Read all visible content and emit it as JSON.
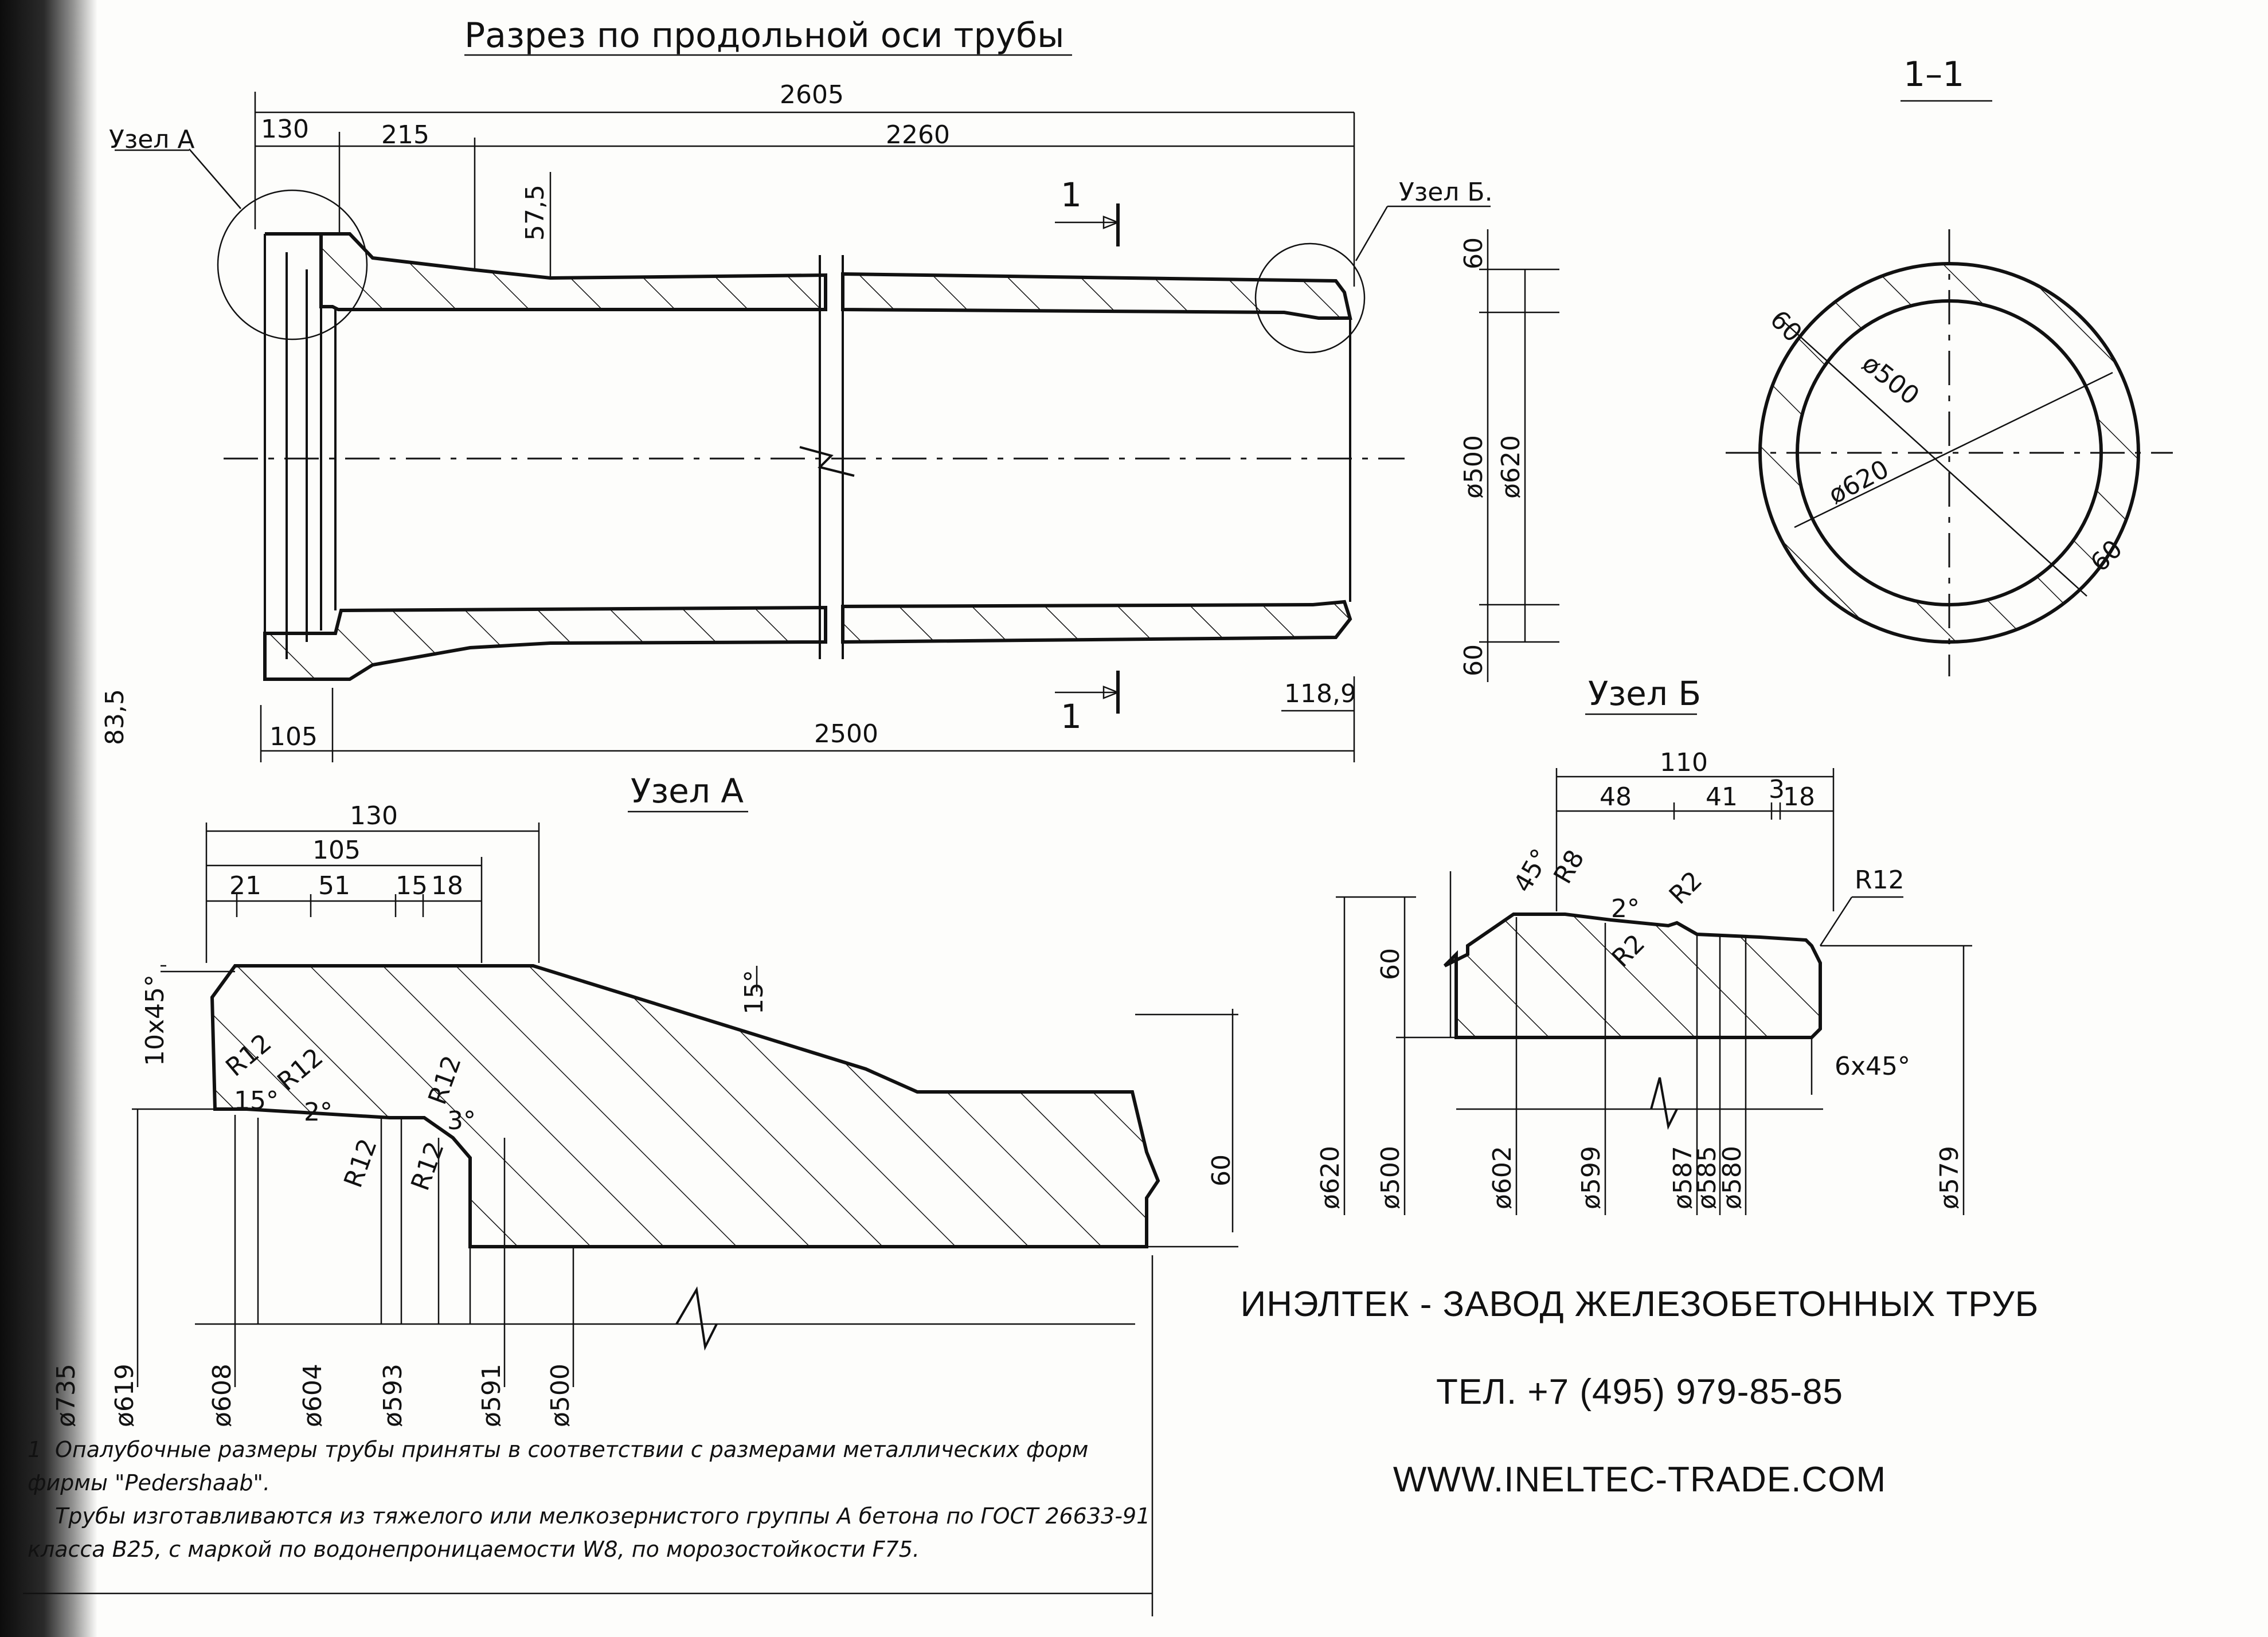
{
  "titles": {
    "section": "Разрез по продольной оси трубы",
    "cut": "1–1",
    "node_a_callout": "Узел А",
    "node_b_callout": "Узел Б.",
    "node_a": "Узел А",
    "node_b": "Узел Б"
  },
  "section_view": {
    "top_dims": [
      "2605",
      "130",
      "215",
      "2260",
      "57,5"
    ],
    "bottom_dims": [
      "105",
      "2500",
      "118,9"
    ],
    "cut_mark": "1",
    "right_dims": [
      "60",
      "ø500",
      "ø620",
      "60"
    ],
    "left_edge_dim": "83,5"
  },
  "cross_section": {
    "labels": [
      "60",
      "ø500",
      "ø620",
      "60"
    ]
  },
  "node_a": {
    "top_dims": [
      "130",
      "105",
      "21",
      "51",
      "15",
      "18"
    ],
    "chamfer": "10x45°",
    "angles": [
      "15°",
      "15°",
      "2°",
      "3°"
    ],
    "radii": [
      "R12",
      "R12",
      "R12",
      "R12",
      "R12"
    ],
    "right_dim": "60",
    "diameters": [
      "ø735",
      "ø619",
      "ø608",
      "ø604",
      "ø593",
      "ø591",
      "ø500"
    ]
  },
  "node_b": {
    "top_dims": [
      "110",
      "48",
      "41",
      "3",
      "18"
    ],
    "angles": [
      "45°",
      "2°"
    ],
    "radii": [
      "R8",
      "R2",
      "R2",
      "R12"
    ],
    "height_dim": "60",
    "chamfer": "6x45°",
    "diameters": [
      "ø620",
      "ø500",
      "ø602",
      "ø599",
      "ø587",
      "ø585",
      "ø580",
      "ø579"
    ]
  },
  "company": {
    "name": "ИНЭЛТЕК - ЗАВОД ЖЕЛЕЗОБЕТОННЫХ ТРУБ",
    "phone": "ТЕЛ. +7 (495) 979-85-85",
    "site": "WWW.INELTEC-TRADE.COM"
  },
  "notes": [
    {
      "num": "1",
      "text": "Опалубочные размеры трубы приняты в соответствии с размерами металлических форм фирмы \"Pedershaab\"."
    },
    {
      "num": "",
      "text": "Трубы изготавливаются из тяжелого или мелкозернистого группы А бетона по ГОСТ 26633-91 класса В25, с маркой по водонепроницаемости W8, по морозостойкости F75."
    }
  ]
}
